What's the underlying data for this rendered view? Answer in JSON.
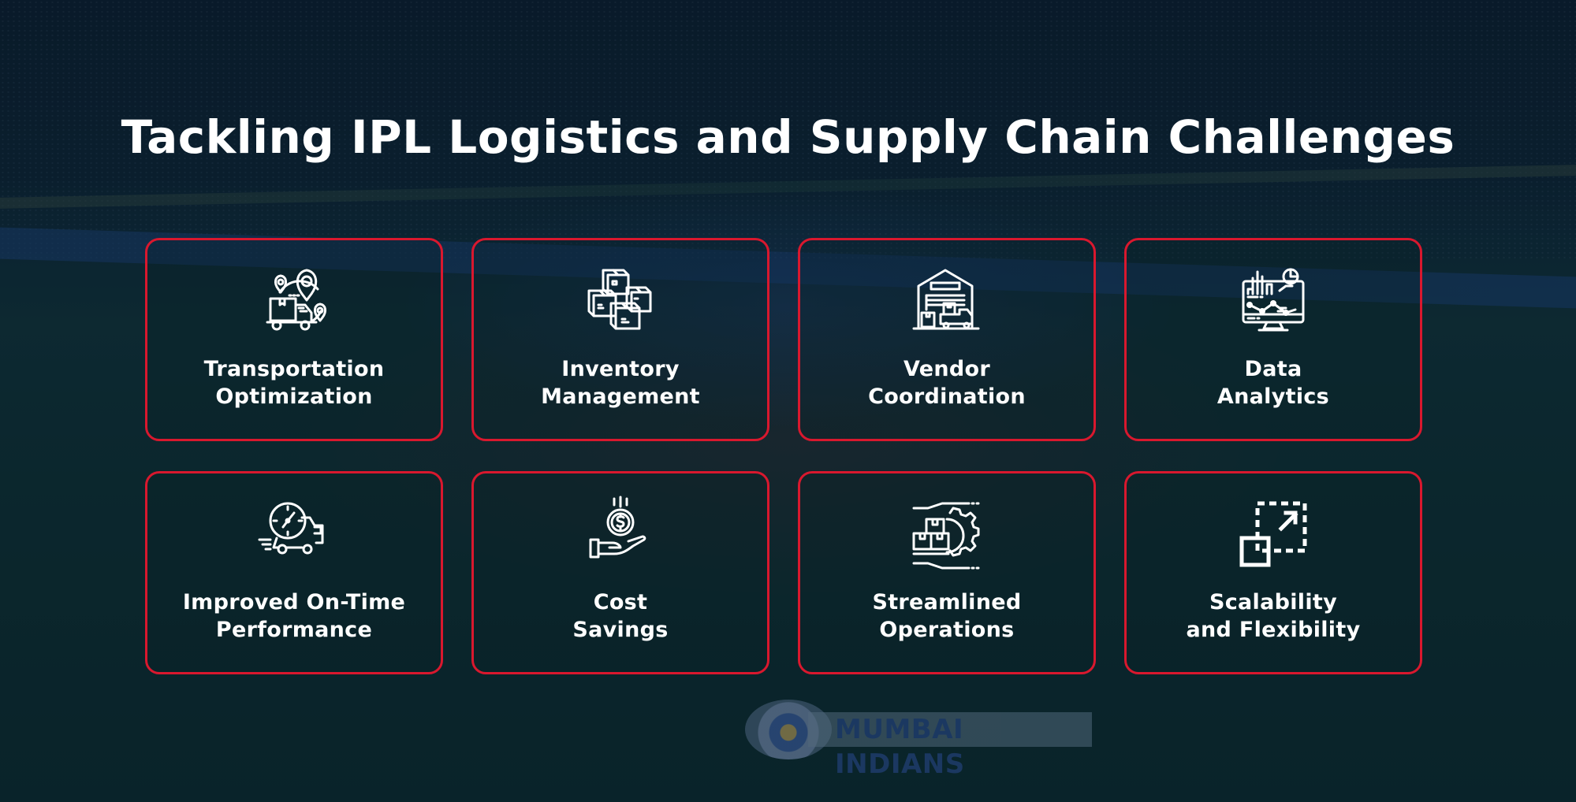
{
  "slide": {
    "title": "Tackling IPL Logistics and Supply Chain Challenges",
    "accent_color": "#d9182e",
    "text_color": "#ffffff"
  },
  "background": {
    "description": "Dimmed cricket stadium photo with crowd, field, flags and players",
    "logo_text": "MUMBAI INDIANS"
  },
  "cards": [
    {
      "label_line1": "Transportation",
      "label_line2": "Optimization",
      "icon": "delivery-truck-location-icon"
    },
    {
      "label_line1": "Inventory",
      "label_line2": "Management",
      "icon": "stacked-boxes-icon"
    },
    {
      "label_line1": "Vendor",
      "label_line2": "Coordination",
      "icon": "warehouse-truck-icon"
    },
    {
      "label_line1": "Data",
      "label_line2": "Analytics",
      "icon": "monitor-charts-icon"
    },
    {
      "label_line1": "Improved On-Time",
      "label_line2": "Performance",
      "icon": "clock-truck-icon"
    },
    {
      "label_line1": "Cost",
      "label_line2": "Savings",
      "icon": "hand-coin-dollar-icon"
    },
    {
      "label_line1": "Streamlined",
      "label_line2": "Operations",
      "icon": "gear-boxes-hand-icon"
    },
    {
      "label_line1": "Scalability",
      "label_line2": "and Flexibility",
      "icon": "scale-up-arrow-icon"
    }
  ]
}
